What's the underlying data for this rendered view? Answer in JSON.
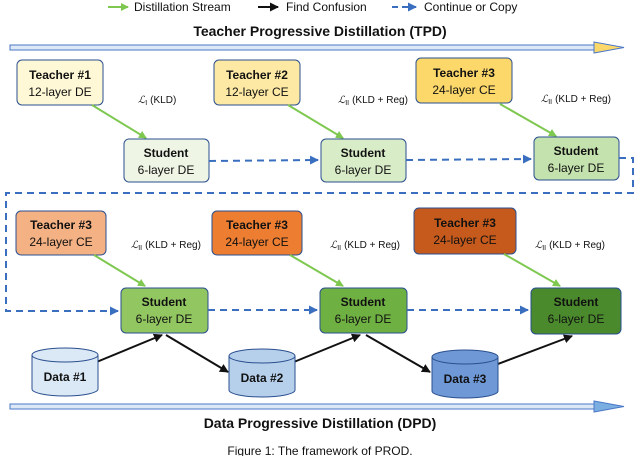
{
  "legend": {
    "distill": "Distillation Stream",
    "confusion": "Find Confusion",
    "copy": "Continue or Copy"
  },
  "colors": {
    "green_arrow": "#7ec850",
    "dashed": "#3a6fc0",
    "band": "#4a78c8",
    "band_fill": "#dde8f6"
  },
  "tpd": {
    "title": "Teacher Progressive Distillation (TPD)",
    "teachers": [
      {
        "name": "Teacher #1",
        "desc": "12-layer DE",
        "fill": "#fff8d6",
        "stroke": "#2a4f8f"
      },
      {
        "name": "Teacher #2",
        "desc": "12-layer CE",
        "fill": "#fde9a3",
        "stroke": "#2a4f8f"
      },
      {
        "name": "Teacher #3",
        "desc": "24-layer CE",
        "fill": "#fcd86a",
        "stroke": "#2a4f8f"
      }
    ],
    "losses": [
      {
        "sym": "ℒ",
        "sub": "I",
        "text": "(KLD)"
      },
      {
        "sym": "ℒ",
        "sub": "II",
        "text": "(KLD + Reg)"
      },
      {
        "sym": "ℒ",
        "sub": "II",
        "text": "(KLD + Reg)"
      }
    ],
    "students": [
      {
        "name": "Student",
        "desc": "6-layer DE",
        "fill": "#eef5e4"
      },
      {
        "name": "Student",
        "desc": "6-layer DE",
        "fill": "#d9ecc8"
      },
      {
        "name": "Student",
        "desc": "6-layer DE",
        "fill": "#c4e2ad"
      }
    ]
  },
  "dpd": {
    "title": "Data Progressive Distillation (DPD)",
    "teachers": [
      {
        "name": "Teacher #3",
        "desc": "24-layer CE",
        "fill": "#f4b183"
      },
      {
        "name": "Teacher #3",
        "desc": "24-layer CE",
        "fill": "#ec7d31"
      },
      {
        "name": "Teacher #3",
        "desc": "24-layer CE",
        "fill": "#c55a1c"
      }
    ],
    "losses": [
      {
        "sym": "ℒ",
        "sub": "II",
        "text": "(KLD + Reg)"
      },
      {
        "sym": "ℒ",
        "sub": "II",
        "text": "(KLD + Reg)"
      },
      {
        "sym": "ℒ",
        "sub": "II",
        "text": "(KLD + Reg)"
      }
    ],
    "students": [
      {
        "name": "Student",
        "desc": "6-layer DE",
        "fill": "#92c660"
      },
      {
        "name": "Student",
        "desc": "6-layer DE",
        "fill": "#6fb043"
      },
      {
        "name": "Student",
        "desc": "6-layer DE",
        "fill": "#4a8a2c"
      }
    ],
    "data": [
      {
        "name": "Data #1",
        "fill": "#dbe8f6"
      },
      {
        "name": "Data #2",
        "fill": "#b6d0ec"
      },
      {
        "name": "Data #3",
        "fill": "#6f98d6"
      }
    ]
  },
  "caption": "Figure 1: The framework of PROD."
}
